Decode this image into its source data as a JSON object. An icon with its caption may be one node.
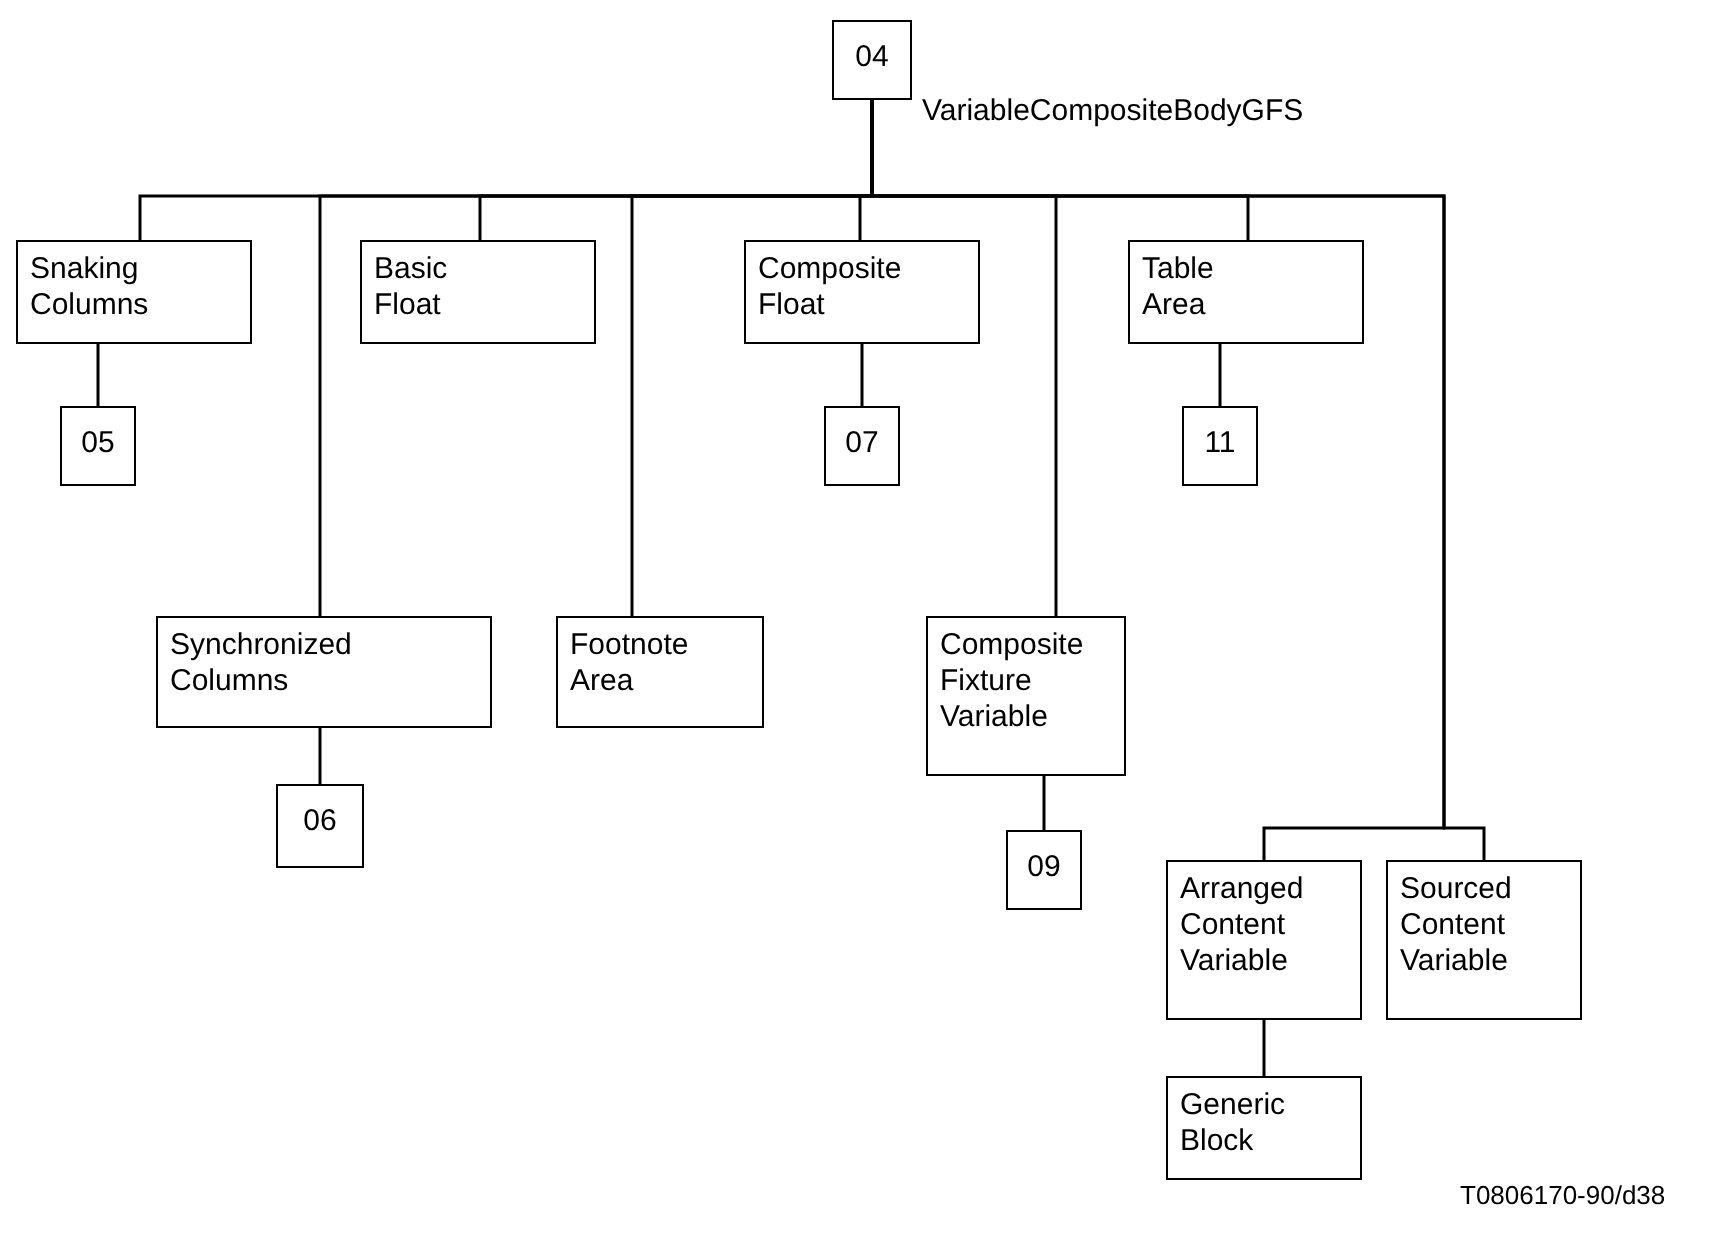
{
  "diagram": {
    "nodes": [
      {
        "text": [
          "04"
        ]
      },
      {
        "text": [
          "Snaking Columns"
        ]
      },
      {
        "text": [
          "05"
        ]
      },
      {
        "text": [
          "Synchronized Columns"
        ]
      },
      {
        "text": [
          "06"
        ]
      },
      {
        "text": [
          "Basic Float"
        ]
      },
      {
        "text": [
          "Footnote Area"
        ]
      },
      {
        "text": [
          "Composite Float"
        ]
      },
      {
        "text": [
          "07"
        ]
      },
      {
        "text": [
          "Composite Fixture Variable"
        ]
      },
      {
        "text": [
          "09"
        ]
      },
      {
        "text": [
          "Table Area"
        ]
      },
      {
        "text": [
          "11"
        ]
      },
      {
        "text": [
          "Arranged Content Variable"
        ]
      },
      {
        "text": [
          "Sourced Content Variable"
        ]
      },
      {
        "text": [
          "Generic Block"
        ]
      }
    ],
    "edges": [
      {
        "from": 0,
        "to": 1,
        "arrow": "none"
      },
      {
        "from": 0,
        "to": 3,
        "arrow": "none"
      },
      {
        "from": 0,
        "to": 5,
        "arrow": "none"
      },
      {
        "from": 0,
        "to": 6,
        "arrow": "none"
      },
      {
        "from": 0,
        "to": 7,
        "arrow": "none"
      },
      {
        "from": 0,
        "to": 9,
        "arrow": "none"
      },
      {
        "from": 0,
        "to": 11,
        "arrow": "none"
      },
      {
        "from": 0,
        "to": 13,
        "arrow": "none"
      },
      {
        "from": 0,
        "to": 14,
        "arrow": "none"
      },
      {
        "from": 1,
        "to": 2,
        "arrow": "none"
      },
      {
        "from": 3,
        "to": 4,
        "arrow": "none"
      },
      {
        "from": 7,
        "to": 8,
        "arrow": "none"
      },
      {
        "from": 9,
        "to": 10,
        "arrow": "none"
      },
      {
        "from": 11,
        "to": 12,
        "arrow": "none"
      },
      {
        "from": 13,
        "to": 15,
        "arrow": "none"
      }
    ],
    "labels": [
      "VariableCompositeBodyGFS",
      "T0806170-90/d38"
    ]
  }
}
